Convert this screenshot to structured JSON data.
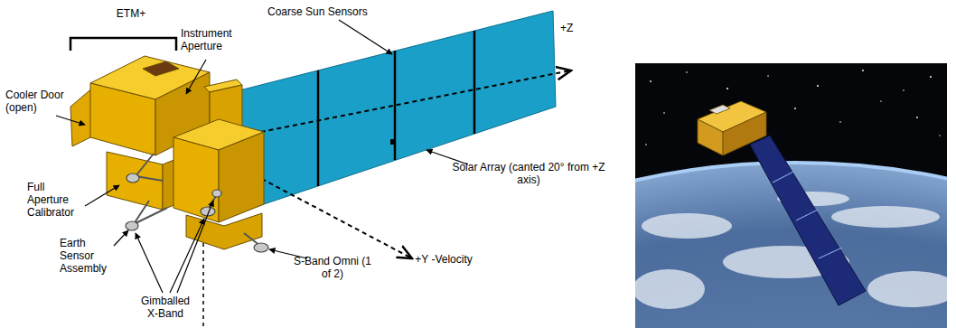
{
  "diagram": {
    "labels": [
      "ETM+",
      "Coarse Sun Sensors",
      "Instrument Aperture",
      "Cooler Door (open)",
      "Full Aperture Calibrator",
      "Earth Sensor Assembly",
      "+Z",
      "Solar Array (canted 20° from +Z axis)",
      "S-Band Omni (1 of 2)",
      "+Y -Velocity",
      "Gimballed X-Band"
    ]
  }
}
